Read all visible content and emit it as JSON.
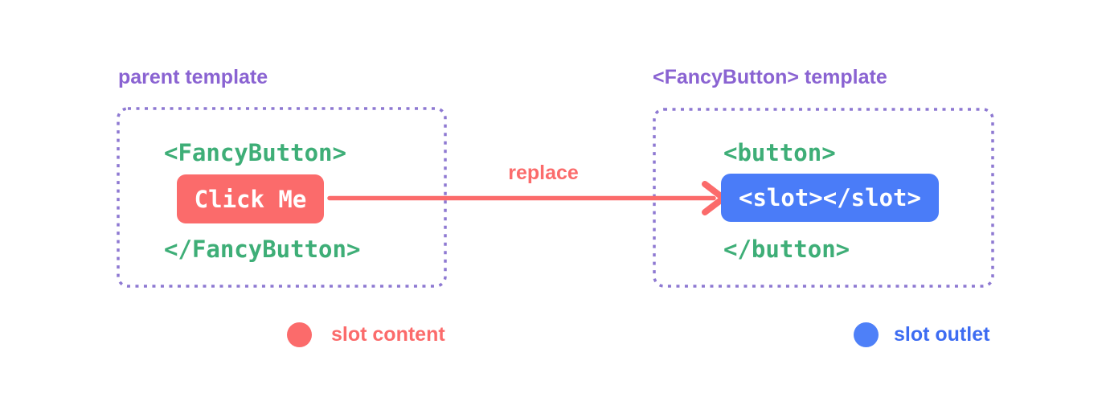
{
  "diagram": {
    "parent": {
      "title": "parent template",
      "open_tag": "<FancyButton>",
      "button_label": "Click Me",
      "close_tag": "</FancyButton>"
    },
    "component": {
      "title": "<FancyButton> template",
      "open_tag": "<button>",
      "slot_label": "<slot></slot>",
      "close_tag": "</button>"
    },
    "arrow_label": "replace",
    "legend": {
      "slot_content": {
        "label": "slot content",
        "color": "#fb6b6b"
      },
      "slot_outlet": {
        "label": "slot outlet",
        "color": "#4a7cf8"
      }
    },
    "colors": {
      "purple_title": "#8a63d2",
      "purple_border": "#8e79d2",
      "green_code": "#3eae77",
      "red": "#fb6b6b",
      "blue": "#4a7cf8",
      "background": "#ffffff"
    }
  }
}
